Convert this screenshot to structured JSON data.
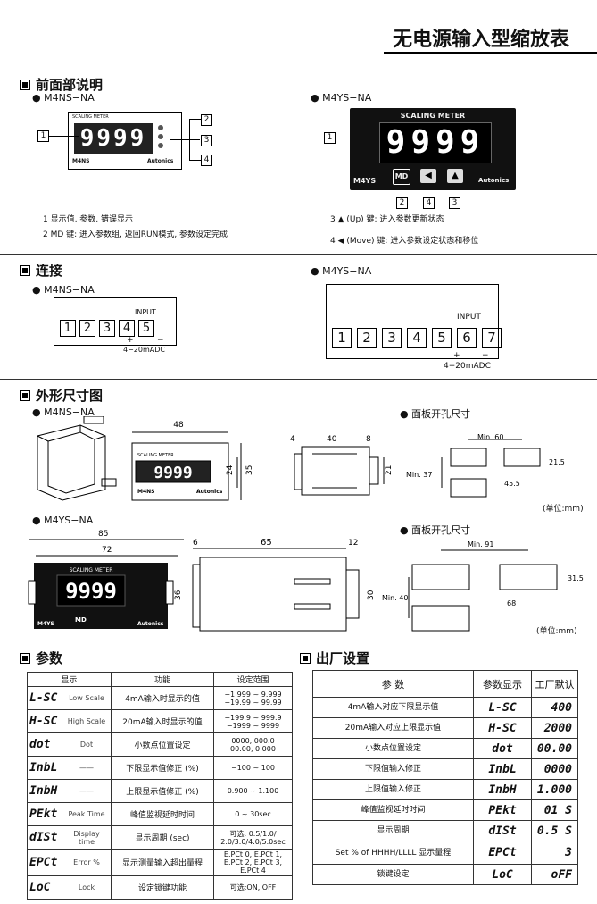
{
  "title": "无电源输入型缩放表",
  "front": {
    "heading": "前面部说明",
    "m4ns_label": "● M4NS−NA",
    "m4ys_label": "● M4YS−NA",
    "display_digits": "9999",
    "scaling_meter": "SCALING METER",
    "m4ns_model": "M4NS",
    "m4ys_model": "M4YS",
    "brand": "Autonics",
    "md_key": "MD",
    "callouts": [
      "1",
      "2",
      "3",
      "4"
    ],
    "notes": [
      "1  显示值, 参数, 错误显示",
      "2  MD 键: 进入参数组, 返回RUN模式, 参数设定完成",
      "3  ▲ (Up) 键: 进入参数更新状态",
      "4  ◀ (Move) 键: 进入参数设定状态和移位"
    ]
  },
  "connect": {
    "heading": "连接",
    "m4ns_label": "● M4NS−NA",
    "m4ys_label": "● M4YS−NA",
    "m4ns_terminals": [
      "1",
      "2",
      "3",
      "4",
      "5"
    ],
    "m4ys_terminals": [
      "1",
      "2",
      "3",
      "4",
      "5",
      "6",
      "7"
    ],
    "input_label": "INPUT",
    "plus": "+",
    "minus": "−",
    "signal": "4−20mADC"
  },
  "dims": {
    "heading": "外形尺寸图",
    "m4ns_label": "● M4NS−NA",
    "m4ys_label": "● M4YS−NA",
    "panel_cut_label": "● 面板开孔尺寸",
    "unit": "(单位:mm)",
    "m4ns": {
      "w48": "48",
      "h35": "35",
      "h24": "24",
      "d4": "4",
      "d40": "40",
      "d8": "8",
      "h21": "21"
    },
    "m4ns_cut": {
      "min60": "Min. 60",
      "min37": "Min. 37",
      "h21_5": "21.5",
      "w45_5": "45.5"
    },
    "m4ys": {
      "w85": "85",
      "w72": "72",
      "h36": "36",
      "d6": "6",
      "d65": "65",
      "d12": "12",
      "h30": "30"
    },
    "m4ys_cut": {
      "min91": "Min. 91",
      "min40": "Min. 40",
      "h31_5": "31.5",
      "w68": "68"
    }
  },
  "params": {
    "heading": "参数",
    "headers": [
      "显示",
      "功能",
      "设定范围"
    ],
    "rows": [
      {
        "seg": "L-SC",
        "name": "Low Scale",
        "func": "4mA输入时显示的值",
        "range": "−1.999 ~ 9.999\n−19.99 ~ 99.99"
      },
      {
        "seg": "H-SC",
        "name": "High Scale",
        "func": "20mA输入时显示的值",
        "range": "−199.9 ~ 999.9\n−1999 ~ 9999"
      },
      {
        "seg": "dot",
        "name": "Dot",
        "func": "小数点位置设定",
        "range": "0000, 000.0\n00.00, 0.000"
      },
      {
        "seg": "InbL",
        "name": "——",
        "func": "下限显示值修正 (%)",
        "range": "−100 ~ 100"
      },
      {
        "seg": "InbH",
        "name": "——",
        "func": "上限显示值修正 (%)",
        "range": "0.900 ~ 1.100"
      },
      {
        "seg": "PEkt",
        "name": "Peak Time",
        "func": "峰值监视延时时间",
        "range": "0 ~ 30sec"
      },
      {
        "seg": "dISt",
        "name": "Display time",
        "func": "显示周期 (sec)",
        "range": "可选: 0.5/1.0/\n2.0/3.0/4.0/5.0sec"
      },
      {
        "seg": "EPCt",
        "name": "Error %",
        "func": "显示测量输入超出量程",
        "range": "E.PCt 0, E.PCt 1,\nE.PCt 2, E.PCt 3,\nE.PCt 4"
      },
      {
        "seg": "LoC",
        "name": "Lock",
        "func": "设定锁键功能",
        "range": "可选:ON, OFF"
      }
    ]
  },
  "factory": {
    "heading": "出厂设置",
    "headers": [
      "参 数",
      "参数显示",
      "工厂默认"
    ],
    "rows": [
      {
        "param": "4mA输入对应下限显示值",
        "seg": "L-SC",
        "def": "400"
      },
      {
        "param": "20mA输入对应上限显示值",
        "seg": "H-SC",
        "def": "2000"
      },
      {
        "param": "小数点位置设定",
        "seg": "dot",
        "def": "00.00"
      },
      {
        "param": "下限值输入修正",
        "seg": "InbL",
        "def": "0000"
      },
      {
        "param": "上限值输入修正",
        "seg": "InbH",
        "def": "1.000"
      },
      {
        "param": "峰值监视延时时间",
        "seg": "PEkt",
        "def": "01 S"
      },
      {
        "param": "显示周期",
        "seg": "dISt",
        "def": "0.5 S"
      },
      {
        "param": "Set % of HHHH/LLLL 显示量程",
        "seg": "EPCt",
        "def": "3"
      },
      {
        "param": "锁键设定",
        "seg": "LoC",
        "def": "oFF"
      }
    ]
  }
}
